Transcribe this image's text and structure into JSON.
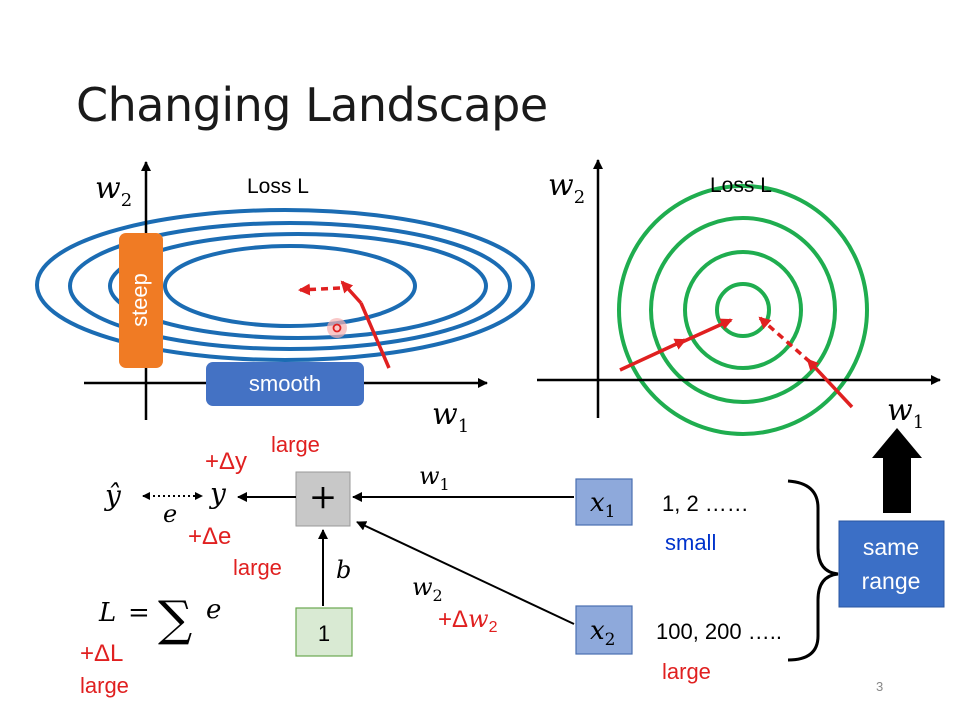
{
  "slide": {
    "title": "Changing Landscape",
    "page_number": "3"
  },
  "left_plot": {
    "y_axis_label": "w",
    "y_axis_sub": "2",
    "x_axis_label": "w",
    "x_axis_sub": "1",
    "loss_label": "Loss L",
    "steep_label": "steep",
    "smooth_label": "smooth"
  },
  "right_plot": {
    "y_axis_label": "w",
    "y_axis_sub": "2",
    "x_axis_label": "w",
    "x_axis_sub": "1",
    "loss_label": "Loss L"
  },
  "network": {
    "y_hat": "ŷ",
    "y": "y",
    "e": "e",
    "plus": "+",
    "one": "1",
    "b": "b",
    "w1": "w",
    "w1_sub": "1",
    "w2": "w",
    "w2_sub": "2",
    "x1": "x",
    "x1_sub": "1",
    "x2": "x",
    "x2_sub": "2",
    "delta_y": "+Δy",
    "delta_y_note": "large",
    "delta_e": "+Δe",
    "delta_e_note": "large",
    "delta_w2_prefix": "+Δ",
    "delta_w2_var": "w",
    "delta_w2_sub": "2",
    "loss_eq_lhs": "L",
    "loss_eq_equals": "=",
    "loss_eq_sum": "∑",
    "loss_eq_e": "e",
    "delta_L": "+ΔL",
    "delta_L_note": "large",
    "x1_values": "1, 2 ……",
    "x1_note": "small",
    "x2_values": "100, 200 …..",
    "x2_note": "large",
    "same_range": [
      "same",
      "range"
    ]
  },
  "colors": {
    "blue_contour": "#1b6cb3",
    "green_contour": "#1fad4f",
    "red": "#e02020",
    "orange": "#f07b24",
    "smooth_box": "#4472c4",
    "x_box": "#8ea9db",
    "same_range_box": "#3b6fc6",
    "small_text": "#0033cc",
    "plus_box": "#c8c8c8",
    "one_box": "#d9ead3"
  }
}
